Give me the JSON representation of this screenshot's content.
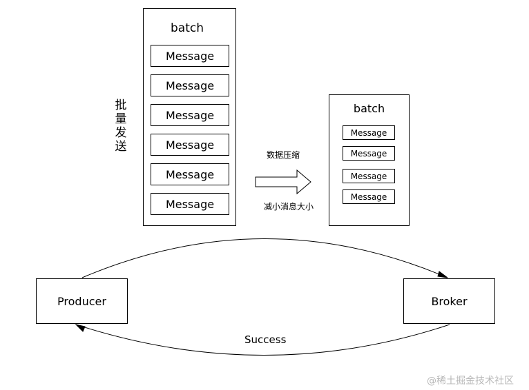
{
  "left_batch": {
    "title": "batch",
    "messages": [
      "Message",
      "Message",
      "Message",
      "Message",
      "Message",
      "Message"
    ]
  },
  "right_batch": {
    "title": "batch",
    "messages": [
      "Message",
      "Message",
      "Message",
      "Message"
    ]
  },
  "vertical_label": [
    "批",
    "量",
    "发",
    "送"
  ],
  "compression_label": "数据压缩",
  "reduce_label": "减小消息大小",
  "producer_label": "Producer",
  "broker_label": "Broker",
  "success_label": "Success",
  "watermark": "@稀土掘金技术社区"
}
